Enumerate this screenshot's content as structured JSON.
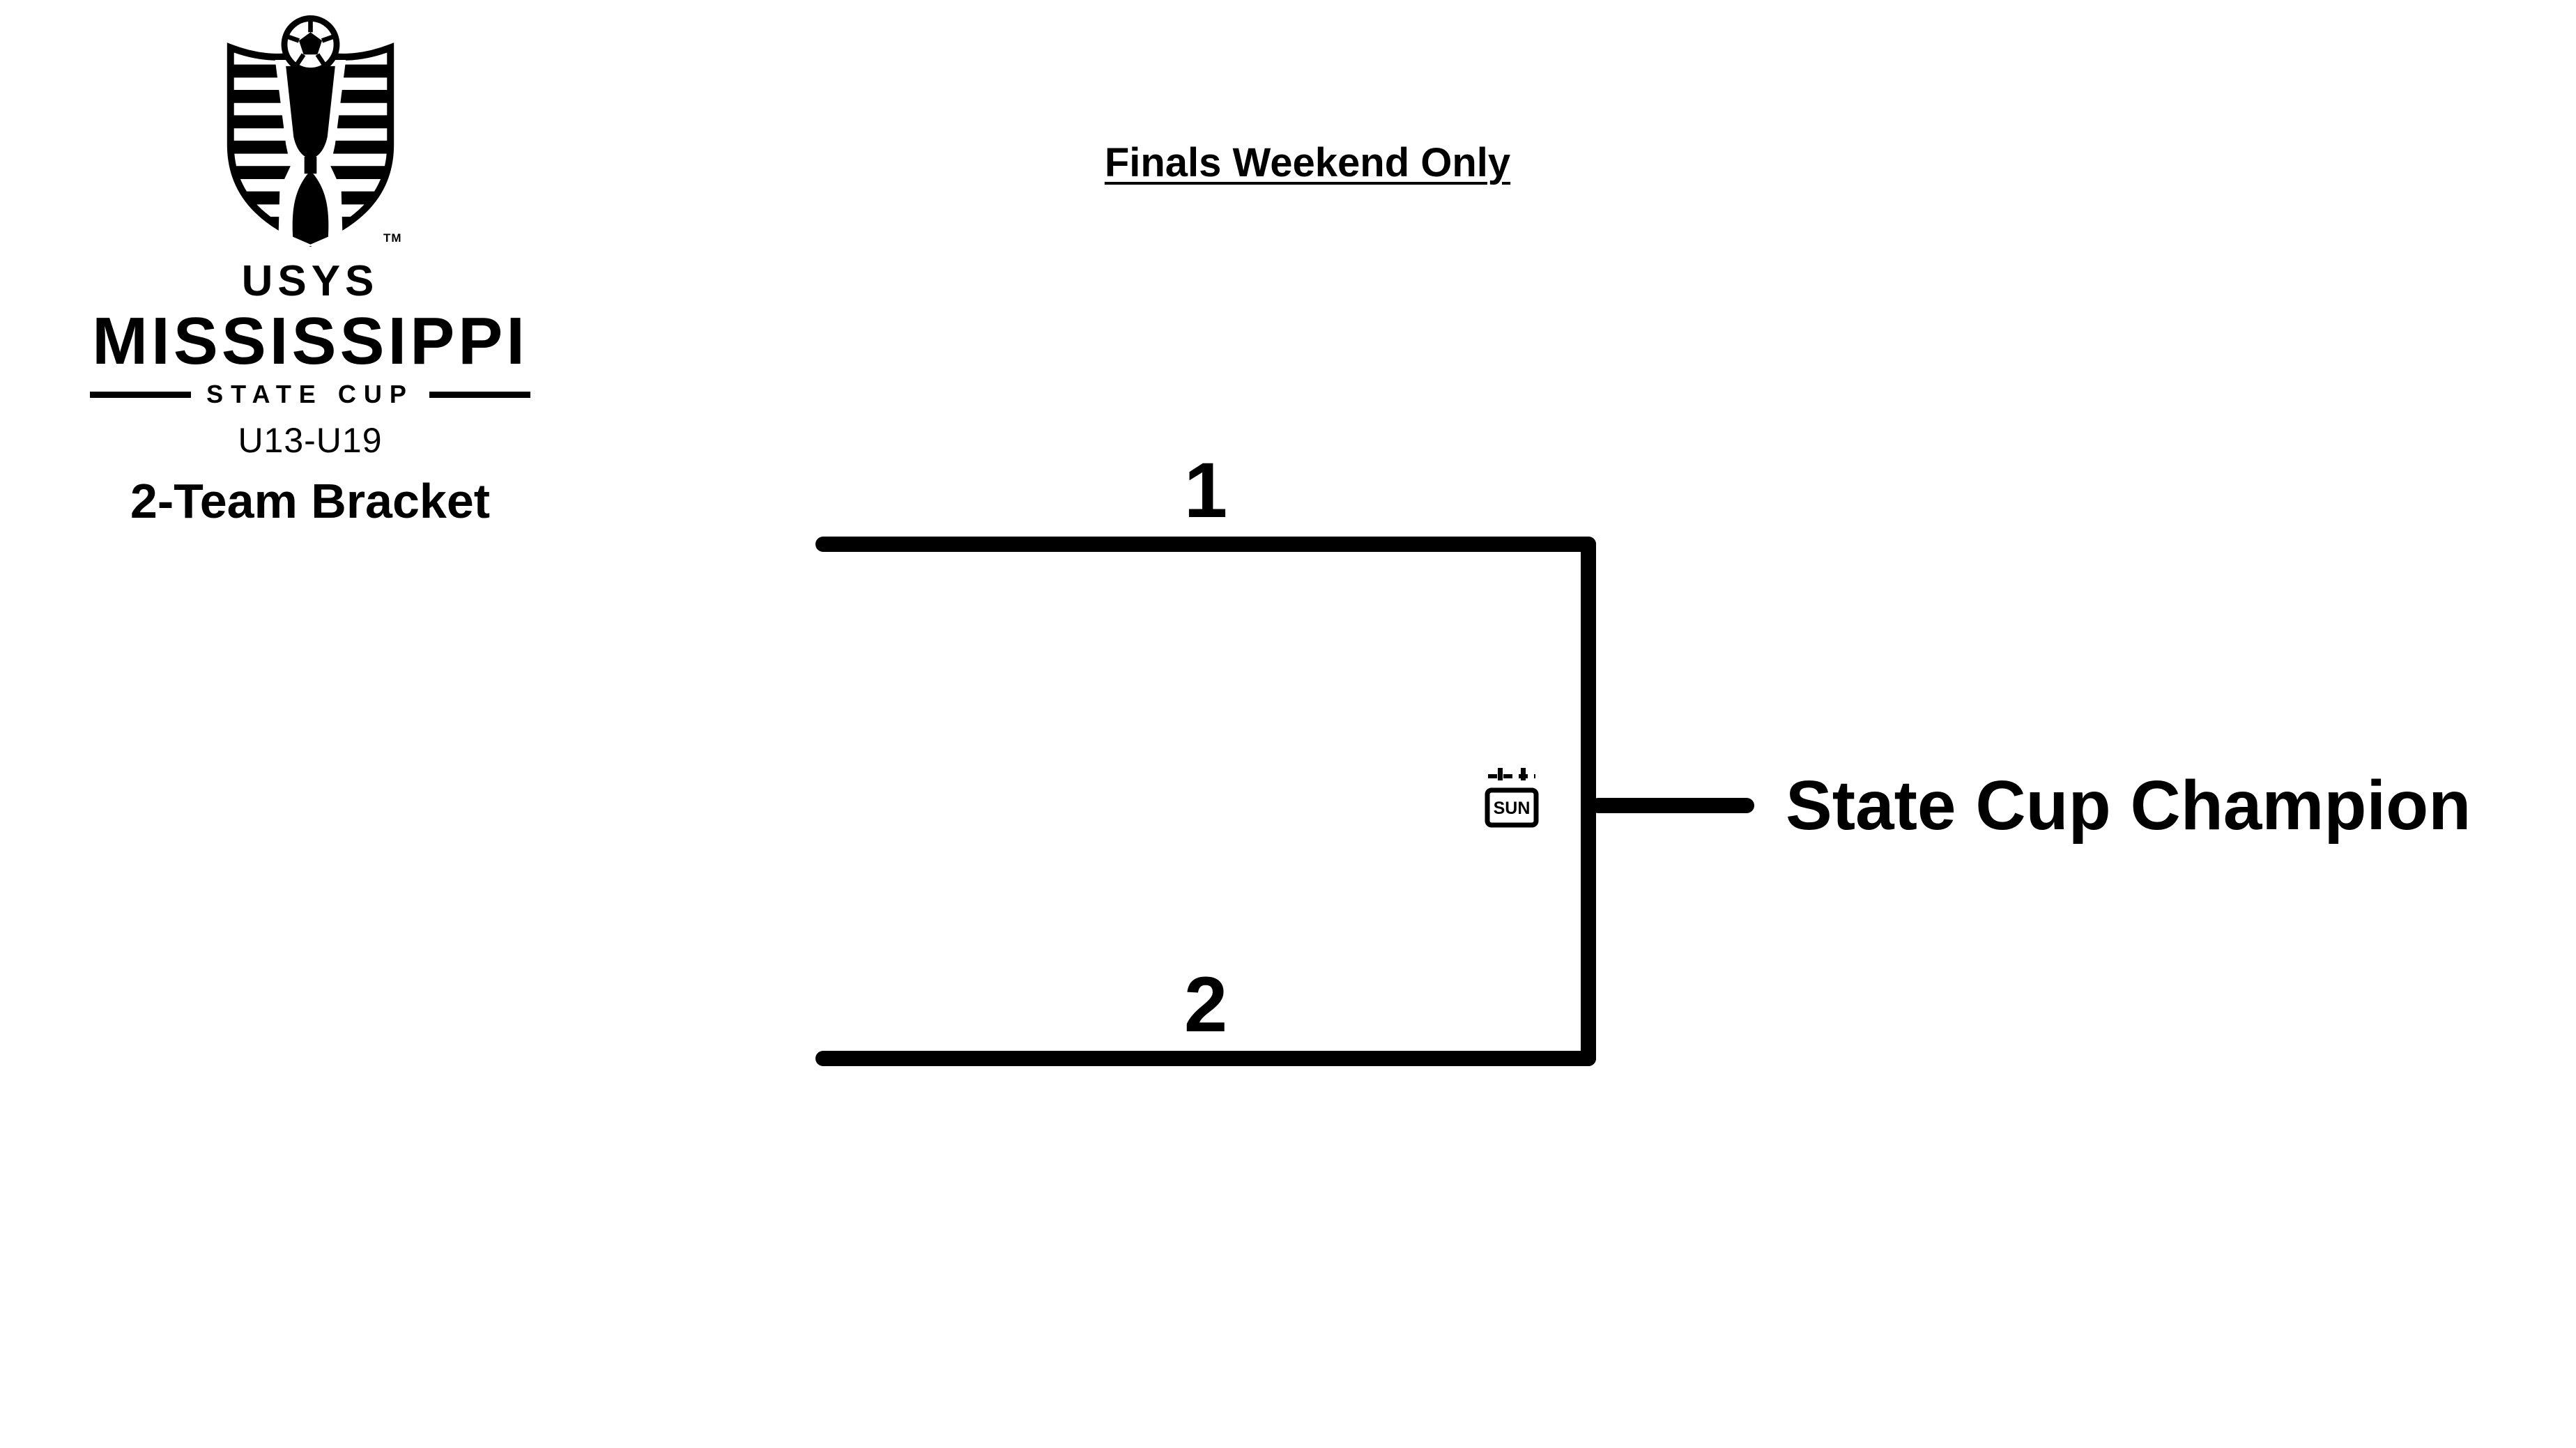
{
  "logo": {
    "org": "USYS",
    "state": "MISSISSIPPI",
    "event": "STATE CUP",
    "trademark": "TM",
    "age_groups": "U13-U19",
    "bracket_type": "2-Team Bracket"
  },
  "header": {
    "note": "Finals Weekend Only"
  },
  "bracket": {
    "seed_top": "1",
    "seed_bottom": "2",
    "final_day": "SUN",
    "champion_label": "State Cup Champion"
  },
  "colors": {
    "ink": "#000000",
    "background": "#ffffff"
  }
}
